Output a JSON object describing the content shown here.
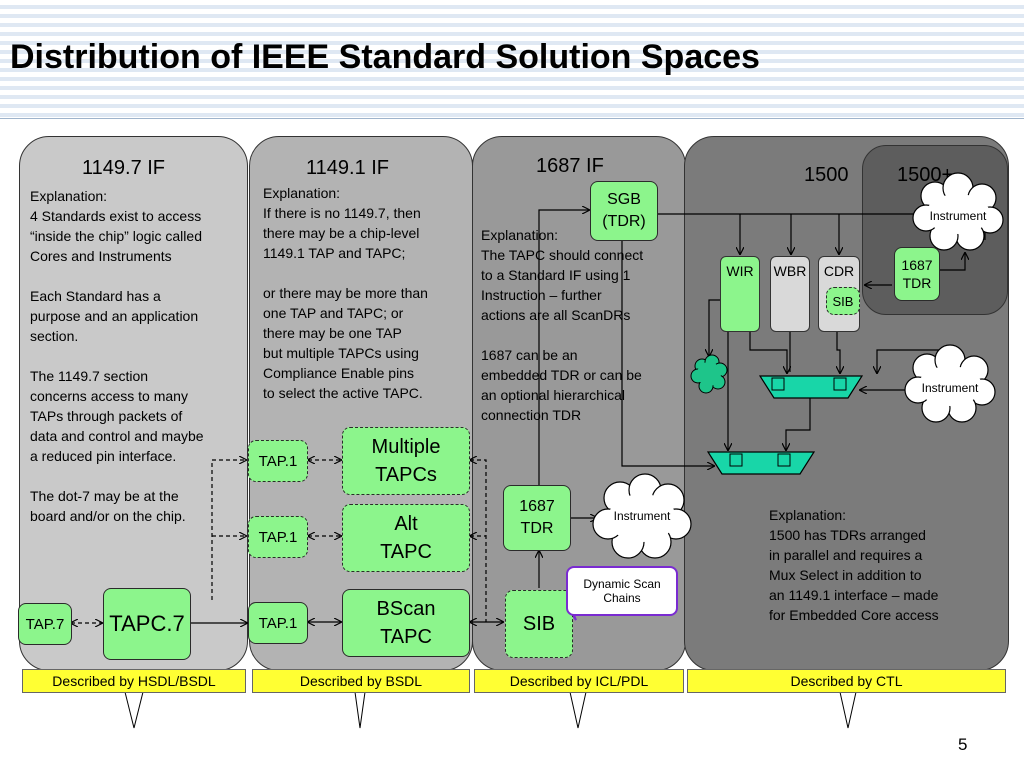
{
  "slide": {
    "title": "Distribution of IEEE Standard Solution Spaces",
    "page_number": "5"
  },
  "panels": {
    "p1149_7": {
      "title": "1149.7 IF",
      "explanation": "Explanation:\n4 Standards exist to access\n“inside the chip” logic called\nCores and Instruments\n\nEach Standard has a\npurpose and an application\nsection.\n\nThe 1149.7 section\nconcerns access to many\nTAPs through packets of\ndata and control and maybe\na reduced pin interface.\n\nThe dot-7 may be at the\nboard and/or on the chip."
    },
    "p1149_1": {
      "title": "1149.1 IF",
      "explanation": "Explanation:\nIf there is no 1149.7, then\nthere may be a chip-level\n1149.1 TAP and TAPC;\n\nor there may be more than\none TAP and TAPC; or\nthere may be one TAP\nbut multiple TAPCs using\nCompliance Enable pins\nto select the active TAPC."
    },
    "p1687": {
      "title": "1687 IF",
      "explanation": "Explanation:\nThe TAPC should connect\nto a Standard IF using 1\nInstruction – further\nactions are all ScanDRs\n\n1687 can be an\nembedded TDR or can be\nan optional hierarchical\nconnection TDR"
    },
    "p1500": {
      "title": "1500",
      "title_plus": "1500+",
      "explanation": "Explanation:\n1500 has TDRs arranged\nin parallel and requires a\nMux Select in addition to\nan 1149.1 interface – made\nfor Embedded Core access"
    }
  },
  "boxes": {
    "tap7": "TAP.7",
    "tapc7": "TAPC.7",
    "tap1_a": "TAP.1",
    "tap1_b": "TAP.1",
    "tap1_c": "TAP.1",
    "multiple_tapcs": "Multiple\nTAPCs",
    "alt_tapc": "Alt\nTAPC",
    "bscan_tapc": "BScan\nTAPC",
    "sgb": "SGB\n(TDR)",
    "tdr1687": "1687\nTDR",
    "sib": "SIB",
    "wir": "WIR",
    "wbr": "WBR",
    "cdr": "CDR",
    "cdr_sib": "SIB",
    "tdr1687_right": "1687\nTDR"
  },
  "clouds": {
    "instrument_1687": "Instrument",
    "instrument_top": "Instrument",
    "instrument_mid": "Instrument"
  },
  "callout": {
    "text": "Dynamic Scan\nChains"
  },
  "footer_bars": {
    "hsdl": "Described by HSDL/BSDL",
    "bsdl": "Described by BSDL",
    "icl": "Described by ICL/PDL",
    "ctl": "Described by CTL"
  },
  "colors": {
    "green_box": "#8cf58c",
    "teal_mux": "#18d6a8",
    "yellow_bar": "#ffff33",
    "callout_border": "#7a2bd1"
  }
}
